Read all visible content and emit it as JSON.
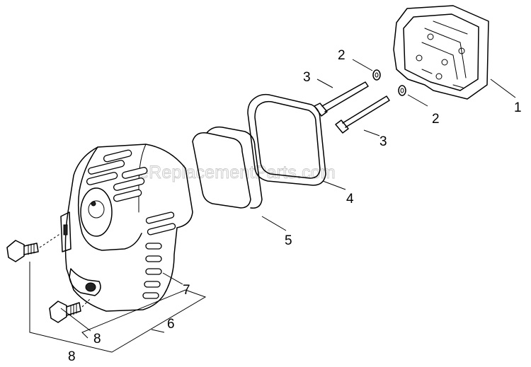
{
  "watermark": "eReplacementParts.com",
  "callouts": {
    "c1": "1",
    "c2a": "2",
    "c2b": "2",
    "c3a": "3",
    "c3b": "3",
    "c4": "4",
    "c5": "5",
    "c6": "6",
    "c7": "7",
    "c8a": "8",
    "c8b": "8"
  }
}
